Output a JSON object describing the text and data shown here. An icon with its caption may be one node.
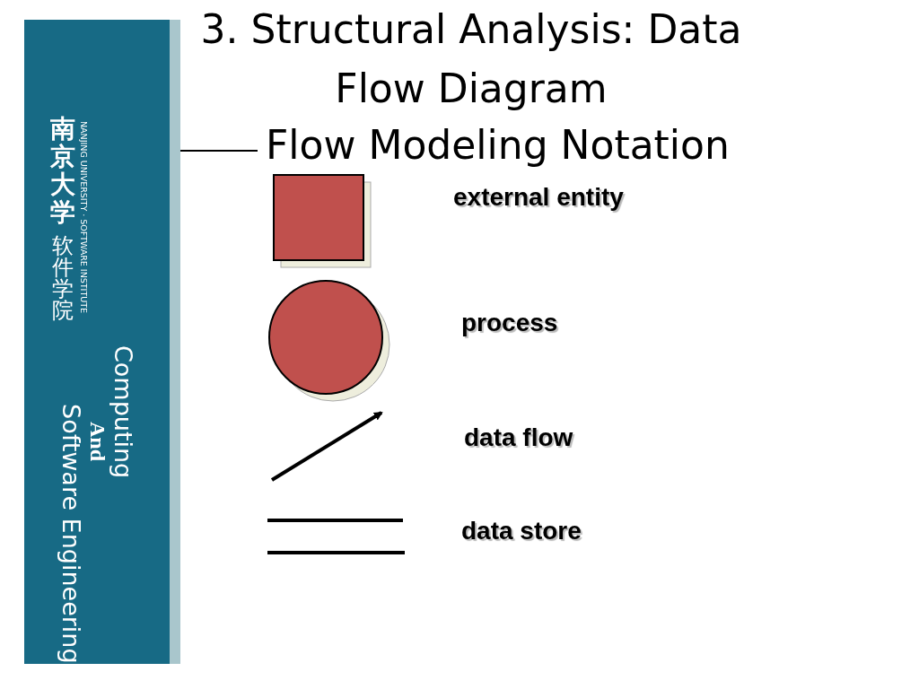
{
  "diagram": {
    "title": "3. Structural Analysis: Data Flow Diagram",
    "labels": [
      "Flow Modeling Notation",
      "南京大学",
      "软件学院",
      "NANJING UNIVERSITY · SOFTWARE INSTITUTE",
      "Computing",
      "And",
      "Software Engineering"
    ],
    "legend": [
      {
        "text": "external entity"
      },
      {
        "text": "process"
      },
      {
        "text": "data flow"
      },
      {
        "text": "data store"
      }
    ]
  }
}
